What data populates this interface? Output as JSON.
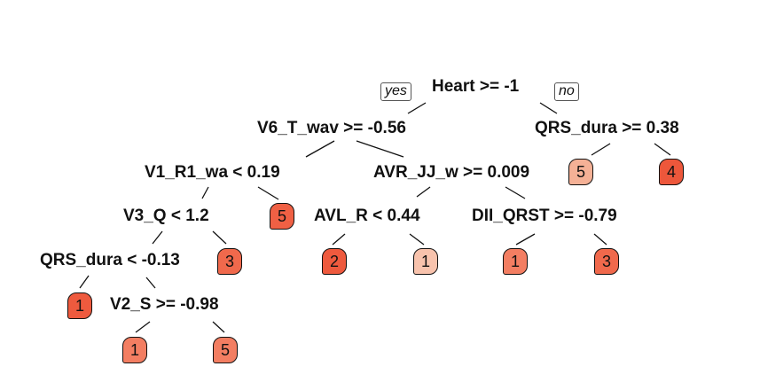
{
  "colors": {
    "class_1": "#f37e62",
    "class_1_light": "#f8c3ad",
    "class_2": "#ee5a3e",
    "class_3": "#f0694c",
    "class_4": "#ed573b",
    "class_5": "#ef6044",
    "class_5_light": "#f5b196",
    "edge": "#111111"
  },
  "labels": {
    "yes": "yes",
    "no": "no"
  },
  "splits": {
    "root": "Heart >= -1",
    "v6_t_wav": "V6_T_wav >= -0.56",
    "qrs_dura_top": "QRS_dura >= 0.38",
    "v1_r1_wa": "V1_R1_wa < 0.19",
    "avr_jj_w": "AVR_JJ_w >= 0.009",
    "v3_q": "V3_Q < 1.2",
    "avl_r": "AVL_R < 0.44",
    "dii_qrst": "DII_QRST >= -0.79",
    "qrs_dura_low": "QRS_dura < -0.13",
    "v2_s": "V2_S >= -0.98"
  },
  "leaves": {
    "qrs_yes": "5",
    "qrs_no": "4",
    "v1_no": "5",
    "v3_no": "3",
    "avl_yes": "2",
    "avl_no": "1",
    "dii_yes": "1",
    "dii_no": "3",
    "qrs_low_yes": "1",
    "v2_yes": "1",
    "v2_no": "5"
  }
}
